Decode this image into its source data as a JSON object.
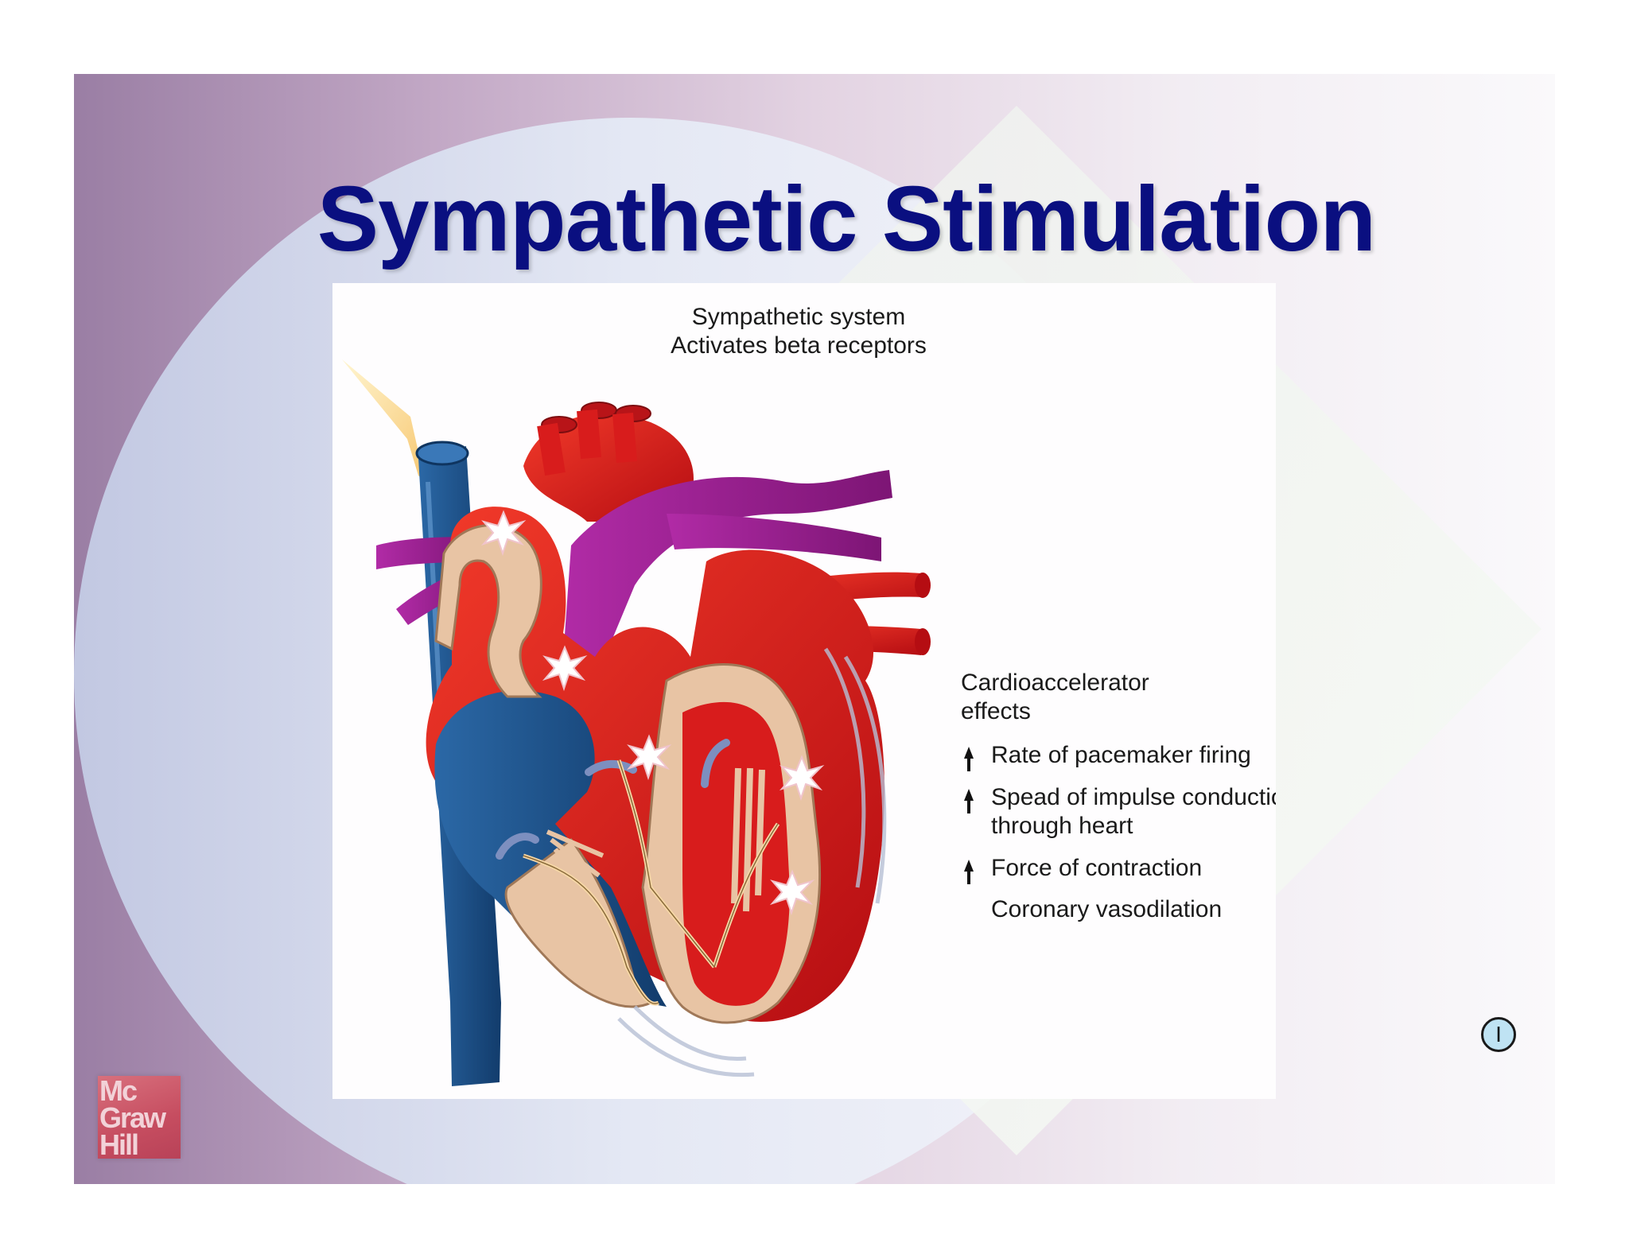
{
  "slide": {
    "title": "Sympathetic Stimulation",
    "figure": {
      "header": [
        "Sympathetic system",
        "Activates beta receptors"
      ],
      "effects_heading": [
        "Cardioaccelerator",
        "effects"
      ],
      "effects": [
        {
          "arrow": "up-arrow-icon",
          "lines": [
            "Rate of pacemaker firing"
          ]
        },
        {
          "arrow": "up-arrow-icon",
          "lines": [
            "Spead of impulse conduction",
            "through heart"
          ]
        },
        {
          "arrow": "up-arrow-icon",
          "lines": [
            "Force of contraction"
          ]
        },
        {
          "arrow": "",
          "lines": [
            "Coronary vasodilation"
          ]
        }
      ]
    },
    "logo": [
      "Mc",
      "Graw",
      "Hill"
    ],
    "info_button": "I"
  },
  "colors": {
    "title": "#0a0f80",
    "aorta_red": "#d81c1c",
    "vena_cava_blue": "#1c4f86",
    "pulmonary_purple": "#9a1f8f",
    "myocardium_tan": "#e8c4a4",
    "logo_red": "#c64d60"
  }
}
